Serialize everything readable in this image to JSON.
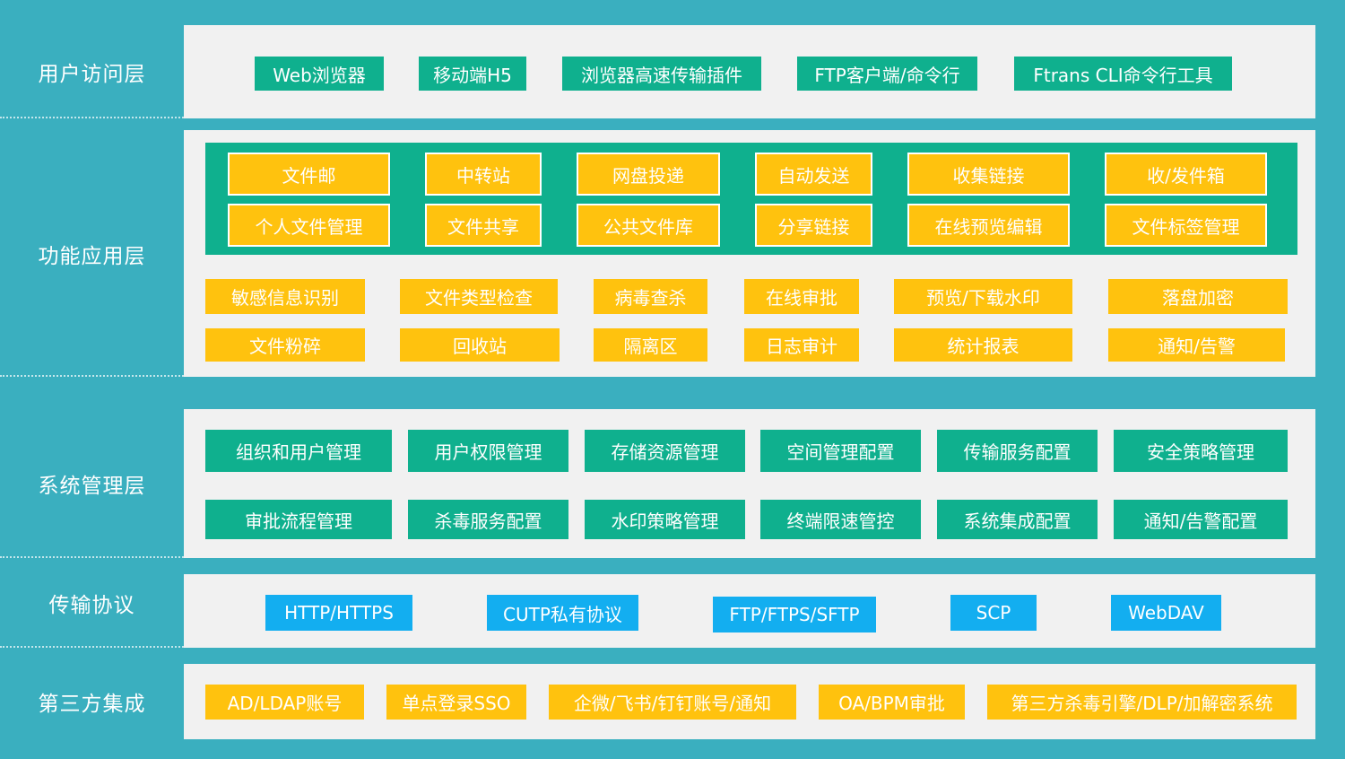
{
  "layers": {
    "user_access": "用户访问层",
    "function_app": "功能应用层",
    "system_mgmt": "系统管理层",
    "transport": "传输协议",
    "third_party": "第三方集成"
  },
  "user_access_items": [
    "Web浏览器",
    "移动端H5",
    "浏览器高速传输插件",
    "FTP客户端/命令行",
    "Ftrans CLI命令行工具"
  ],
  "function_core_row1": [
    "文件邮",
    "中转站",
    "网盘投递",
    "自动发送",
    "收集链接",
    "收/发件箱"
  ],
  "function_core_row2": [
    "个人文件管理",
    "文件共享",
    "公共文件库",
    "分享链接",
    "在线预览编辑",
    "文件标签管理"
  ],
  "function_ext_row1": [
    "敏感信息识别",
    "文件类型检查",
    "病毒查杀",
    "在线审批",
    "预览/下载水印",
    "落盘加密"
  ],
  "function_ext_row2": [
    "文件粉碎",
    "回收站",
    "隔离区",
    "日志审计",
    "统计报表",
    "通知/告警"
  ],
  "system_row1": [
    "组织和用户管理",
    "用户权限管理",
    "存储资源管理",
    "空间管理配置",
    "传输服务配置",
    "安全策略管理"
  ],
  "system_row2": [
    "审批流程管理",
    "杀毒服务配置",
    "水印策略管理",
    "终端限速管控",
    "系统集成配置",
    "通知/告警配置"
  ],
  "transport_items": [
    "HTTP/HTTPS",
    "CUTP私有协议",
    "FTP/FTPS/SFTP",
    "SCP",
    "WebDAV"
  ],
  "third_party_items": [
    "AD/LDAP账号",
    "单点登录SSO",
    "企微/飞书/钉钉账号/通知",
    "OA/BPM审批",
    "第三方杀毒引擎/DLP/加解密系统"
  ],
  "colors": {
    "background": "#3aafbf",
    "teal": "#0fb08e",
    "yellow": "#ffc20e",
    "blue": "#13aef0",
    "panel": "#f1f1f1"
  }
}
